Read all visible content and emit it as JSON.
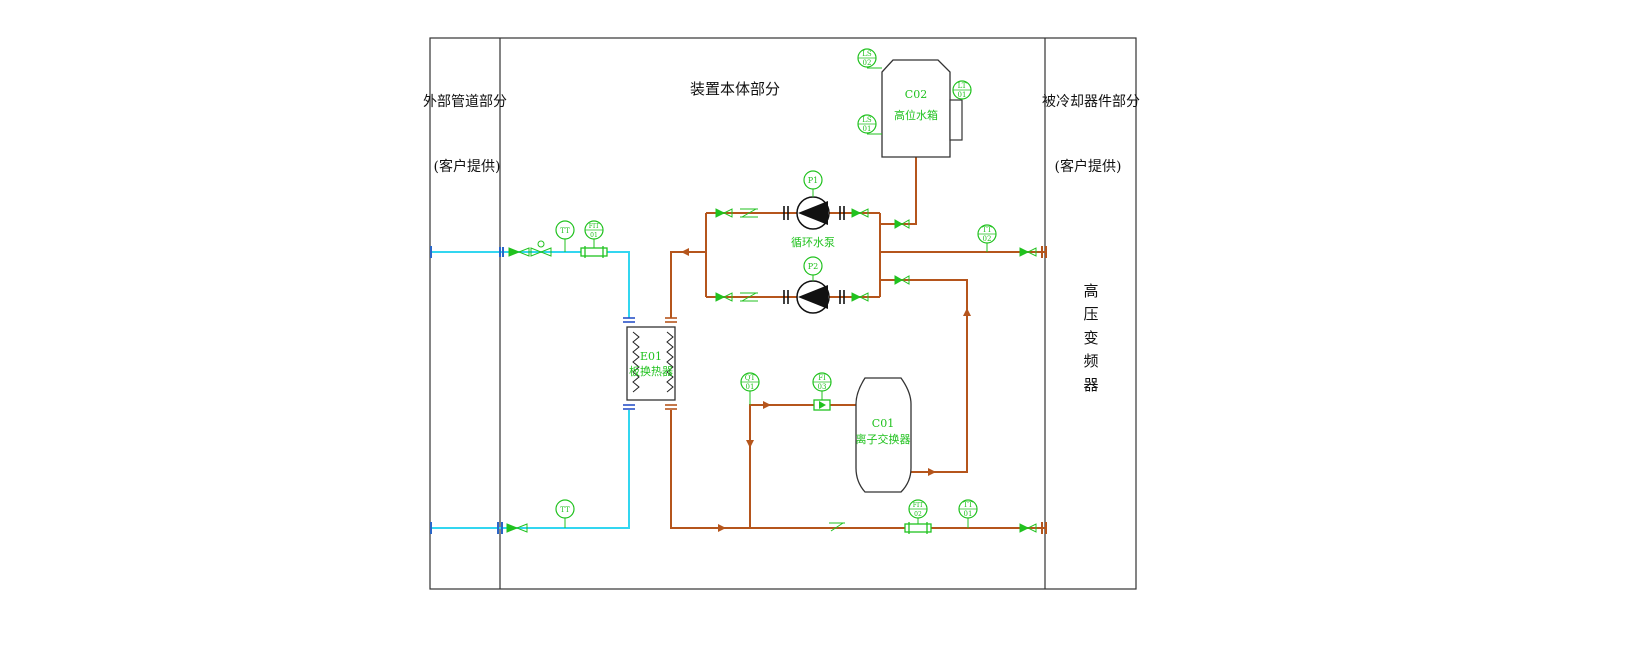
{
  "sections": {
    "external": {
      "title": "外部管道部分",
      "note": "(客户提供)"
    },
    "device": {
      "title": "装置本体部分"
    },
    "cooled": {
      "title": "被冷却器件部分",
      "note": "(客户提供)"
    }
  },
  "load": {
    "chars": [
      "高",
      "压",
      "变",
      "频",
      "器"
    ]
  },
  "equipment": {
    "tank": {
      "tag": "C02",
      "name": "高位水箱"
    },
    "pump_group": {
      "name": "循环水泵"
    },
    "hx": {
      "tag": "E01",
      "name": "板换热器"
    },
    "ion": {
      "tag": "C01",
      "name": "离子交换器"
    }
  },
  "instruments": {
    "ls02": {
      "line1": "LS",
      "line2": "02"
    },
    "ls01": {
      "line1": "LS",
      "line2": "01"
    },
    "lt01": {
      "line1": "LT",
      "line2": "01"
    },
    "p1": {
      "line1": "P1",
      "line2": ""
    },
    "p2": {
      "line1": "P2",
      "line2": ""
    },
    "ti_ext_top": {
      "line1": "TT",
      "line2": ""
    },
    "fit01": {
      "line1": "FIT",
      "line2": "01"
    },
    "tt02": {
      "line1": "TT",
      "line2": "02"
    },
    "qt01": {
      "line1": "QT",
      "line2": "01"
    },
    "fi03": {
      "line1": "FI",
      "line2": "03"
    },
    "ti_ext_bot": {
      "line1": "TT",
      "line2": ""
    },
    "fit02": {
      "line1": "FIT",
      "line2": "02"
    },
    "tt01": {
      "line1": "TT",
      "line2": "01"
    }
  },
  "colors": {
    "cold_line": "#33d6f0",
    "hot_line": "#b5551c",
    "instrument": "#21c21f",
    "frame": "#333333"
  }
}
